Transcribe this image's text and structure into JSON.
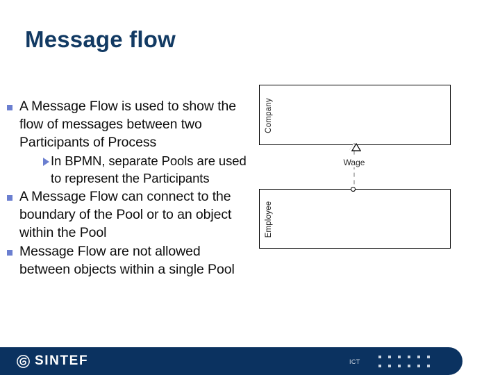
{
  "slide": {
    "title": "Message flow",
    "title_color": "#123a63",
    "background": "#ffffff"
  },
  "bullets": [
    {
      "level": 1,
      "marker": "square-bullet",
      "text": "A Message Flow is used to show the flow of messages between two Participants of Process"
    },
    {
      "level": 2,
      "marker": "triangle-bullet",
      "text": "In BPMN, separate Pools are used to represent the Participants"
    },
    {
      "level": 1,
      "marker": "square-bullet",
      "text": "A Message Flow can connect to the boundary of the Pool or to an object within the Pool"
    },
    {
      "level": 1,
      "marker": "square-bullet",
      "text": "Message Flow are not allowed between objects within a single Pool"
    }
  ],
  "bullet_marker_color": "#6b7fd0",
  "diagram": {
    "type": "bpmn-message-flow",
    "pools": [
      {
        "name": "Company",
        "position": "top"
      },
      {
        "name": "Employee",
        "position": "bottom"
      }
    ],
    "message_flow": {
      "label": "Wage",
      "source": "Employee",
      "target": "Company",
      "line_style": "dashed",
      "line_color": "#b9b9b9",
      "source_marker": "hollow-circle",
      "target_marker": "hollow-triangle-arrowhead"
    }
  },
  "footer": {
    "brand": "SINTEF",
    "unit": "ICT",
    "bar_color": "#0b3260",
    "dot_color": "#c9d4e3"
  }
}
